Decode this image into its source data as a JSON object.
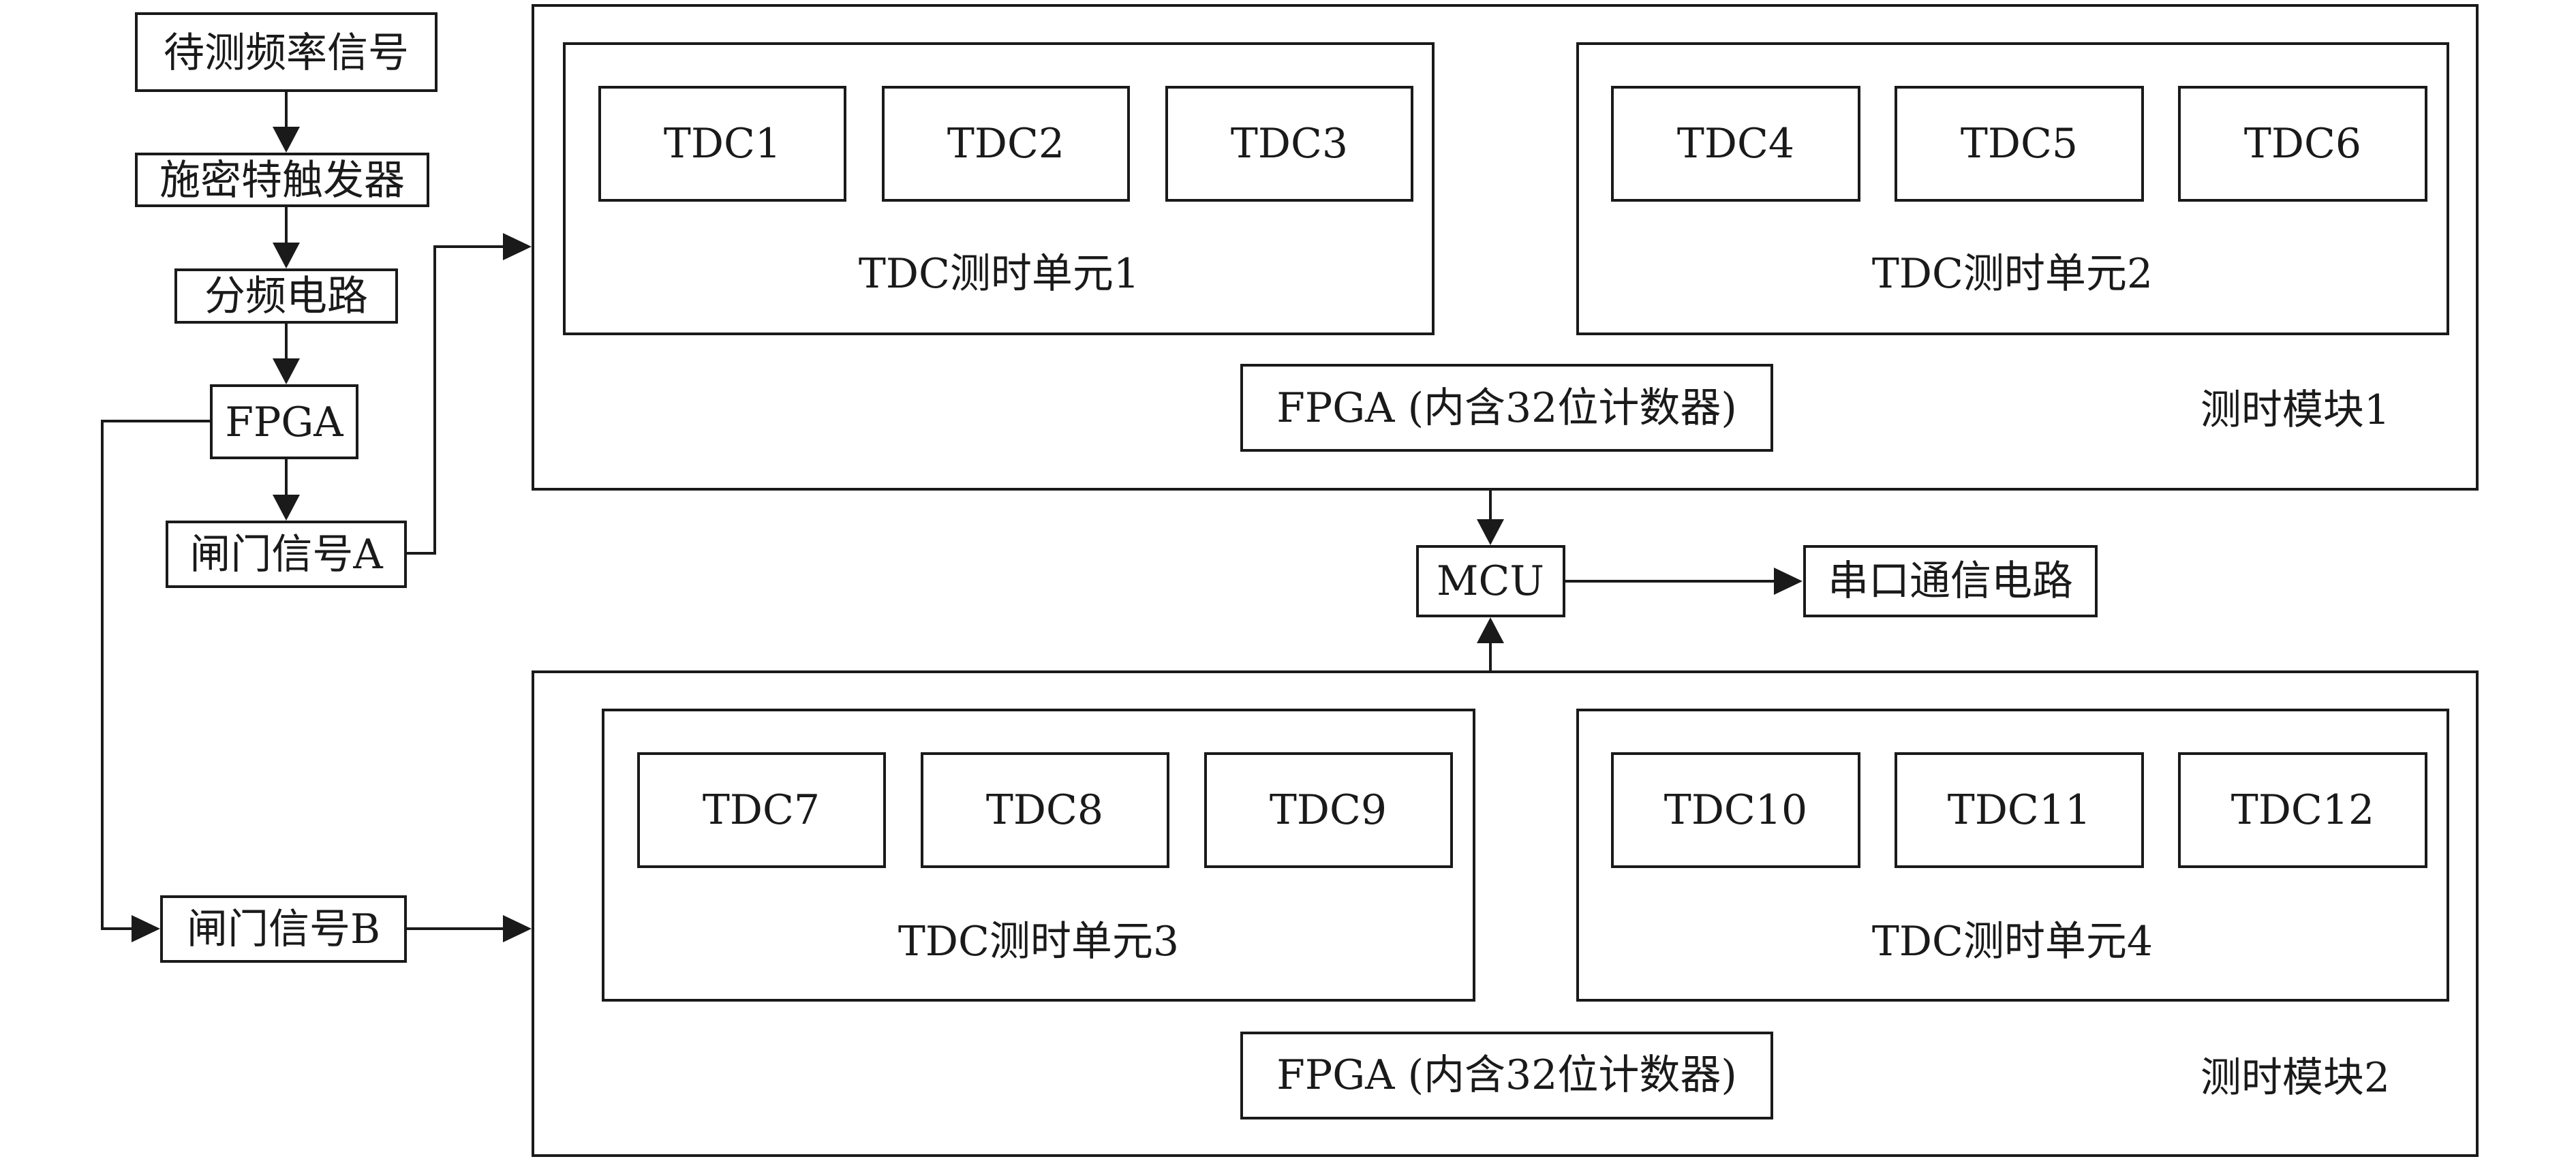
{
  "left_chain": {
    "signal": "待测频率信号",
    "schmitt": "施密特触发器",
    "divider": "分频电路",
    "fpga": "FPGA",
    "gate_a": "闸门信号A",
    "gate_b": "闸门信号B"
  },
  "module1": {
    "label": "测时模块1",
    "fpga": "FPGA (内含32位计数器)",
    "unit1": {
      "label": "TDC测时单元1",
      "tdcs": [
        "TDC1",
        "TDC2",
        "TDC3"
      ]
    },
    "unit2": {
      "label": "TDC测时单元2",
      "tdcs": [
        "TDC4",
        "TDC5",
        "TDC6"
      ]
    }
  },
  "module2": {
    "label": "测时模块2",
    "fpga": "FPGA (内含32位计数器)",
    "unit3": {
      "label": "TDC测时单元3",
      "tdcs": [
        "TDC7",
        "TDC8",
        "TDC9"
      ]
    },
    "unit4": {
      "label": "TDC测时单元4",
      "tdcs": [
        "TDC10",
        "TDC11",
        "TDC12"
      ]
    }
  },
  "mcu": "MCU",
  "serial": "串口通信电路"
}
